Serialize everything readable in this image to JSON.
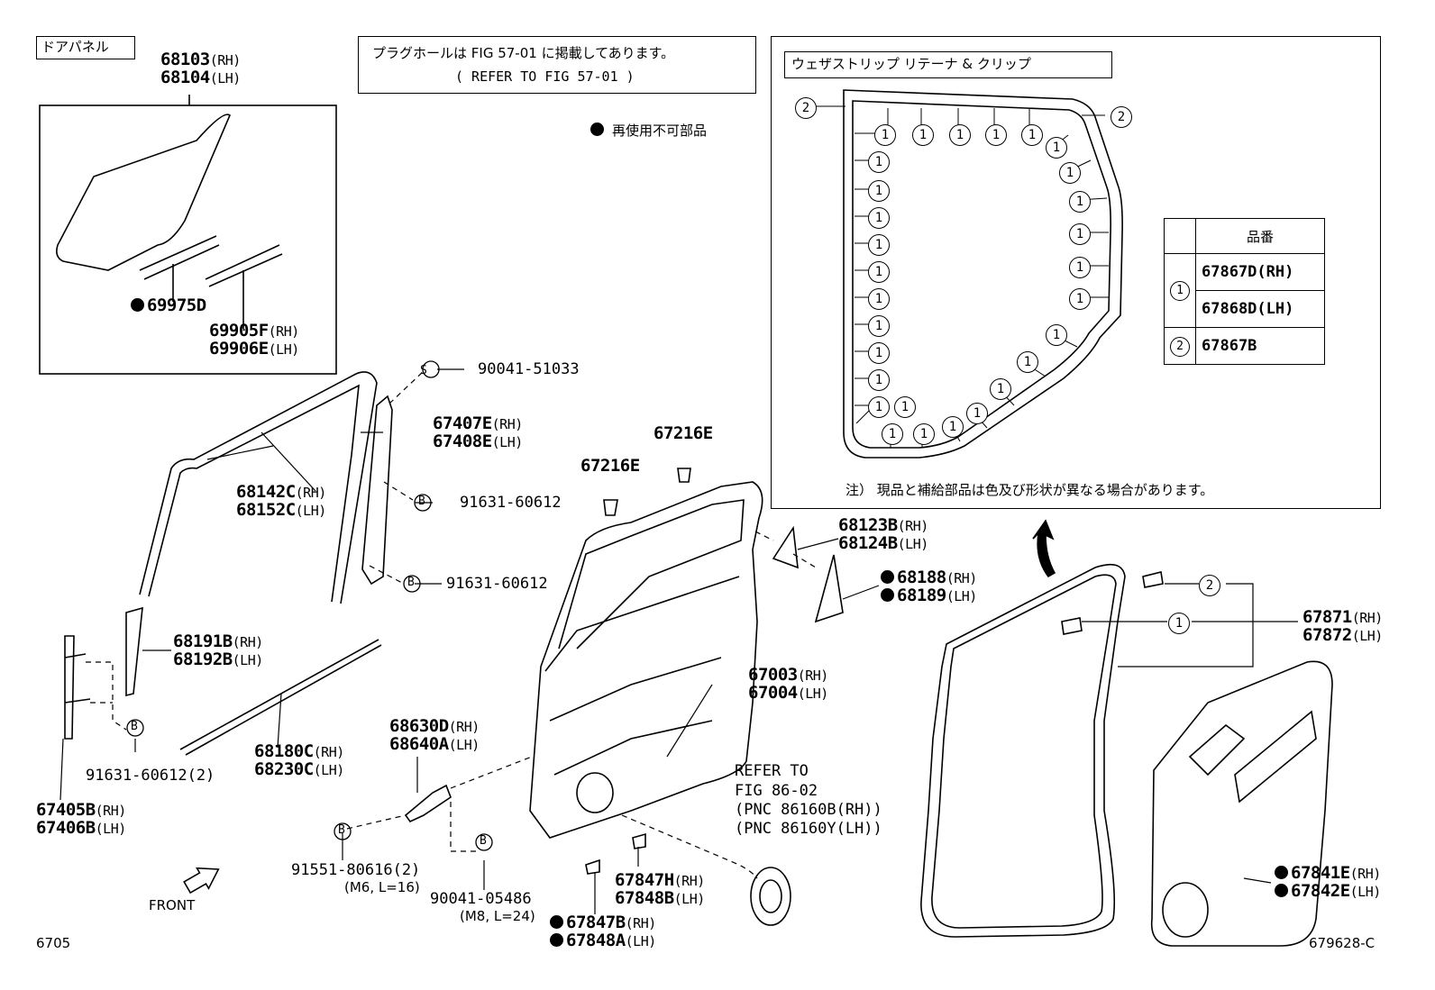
{
  "labels": {
    "door_panel_title": "ドアパネル",
    "plug_note_jp": "プラグホールは FIG 57-01 に掲載してあります。",
    "plug_note_en": "( REFER TO FIG 57-01 )",
    "non_reusable_note": "再使用不可部品",
    "weatherstrip_title": "ウェザストリップ リテーナ & クリップ",
    "caution_note": "注） 現品と補給部品は色及び形状が異なる場合があります。",
    "front": "FRONT",
    "fig_no": "6705",
    "drawing_no": "679628-C",
    "refer_lines": [
      "REFER TO",
      "FIG 86-02",
      "(PNC 86160B(RH))",
      "(PNC 86160Y(LH))"
    ]
  },
  "parts": {
    "p68103": "68103",
    "p68104": "68104",
    "p69975D": "69975D",
    "p69905F": "69905F",
    "p69906E": "69906E",
    "p90041_51033": "90041-51033",
    "p67407E": "67407E",
    "p67408E": "67408E",
    "p68142C": "68142C",
    "p68152C": "68152C",
    "p91631_a": "91631-60612",
    "p91631_b": "91631-60612",
    "p68191B": "68191B",
    "p68192B": "68192B",
    "p91631_c": "91631-60612(2)",
    "p67405B": "67405B",
    "p67406B": "67406B",
    "p68180C": "68180C",
    "p68230C": "68230C",
    "p68630D": "68630D",
    "p68640A": "68640A",
    "p91551": "91551-80616(2)",
    "p91551_spec": "(M6, L=16)",
    "p90041_05486": "90041-05486",
    "p90041_spec": "(M8, L=24)",
    "p67216E_a": "67216E",
    "p67216E_b": "67216E",
    "p68123B": "68123B",
    "p68124B": "68124B",
    "p68188": "68188",
    "p68189": "68189",
    "p67003": "67003",
    "p67004": "67004",
    "p67847H": "67847H",
    "p67848B": "67848B",
    "p67847B": "67847B",
    "p67848A": "67848A",
    "p67871": "67871",
    "p67872": "67872",
    "p67841E": "67841E",
    "p67842E": "67842E",
    "rh": "(RH)",
    "lh": "(LH)"
  },
  "callouts": {
    "s": "S",
    "b": "B",
    "one": "1",
    "two": "2"
  },
  "legend": {
    "header": "品番",
    "rows": [
      {
        "key": "1",
        "values": [
          "67867D(RH)",
          "67868D(LH)"
        ]
      },
      {
        "key": "2",
        "values": [
          "67867B"
        ]
      }
    ]
  }
}
